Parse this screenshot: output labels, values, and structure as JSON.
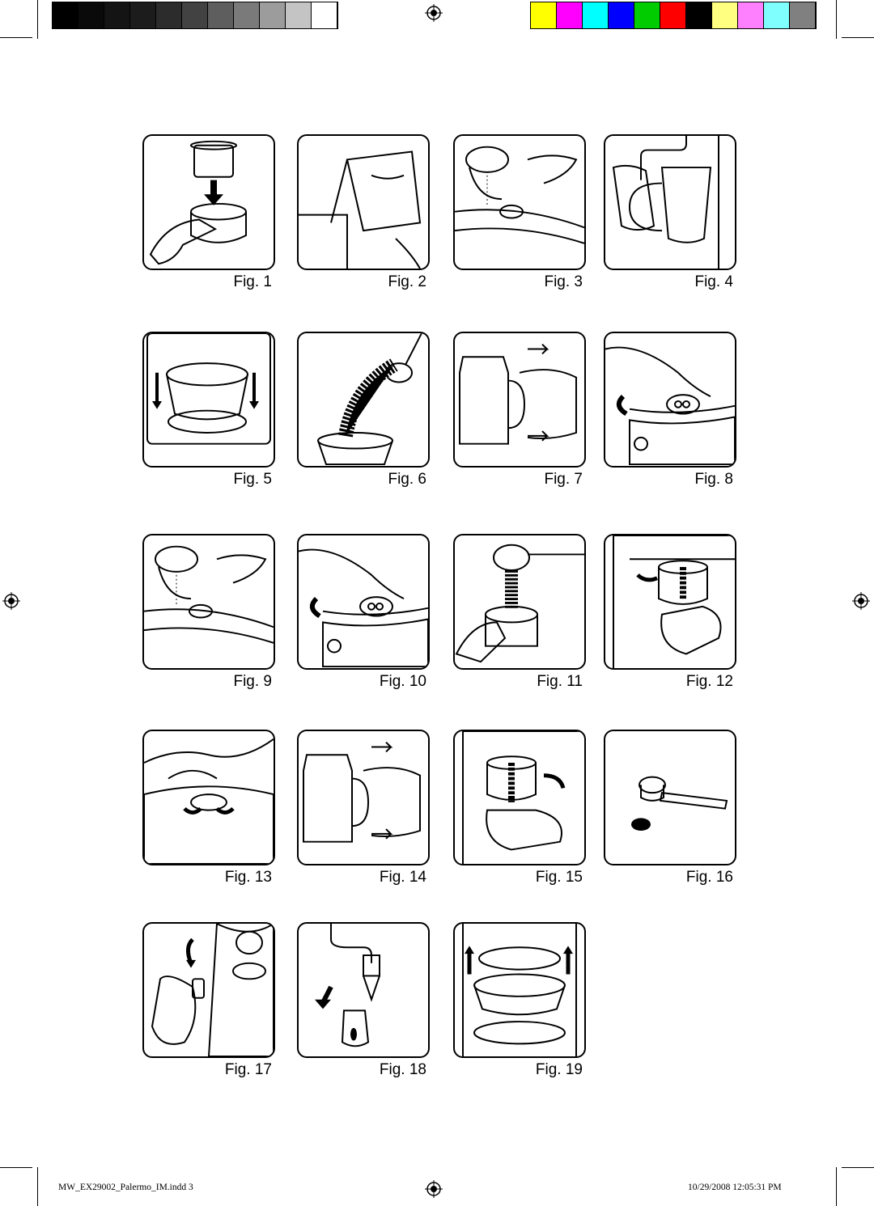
{
  "swatches_left": [
    "#000000",
    "#0a0a0a",
    "#141414",
    "#1c1c1c",
    "#2c2c2c",
    "#424242",
    "#5e5e5e",
    "#7a7a7a",
    "#9c9c9c",
    "#c4c4c4",
    "#ffffff"
  ],
  "swatches_right": [
    "#ffff00",
    "#ff00ff",
    "#00ffff",
    "#0000ff",
    "#00cc00",
    "#ff0000",
    "#000000",
    "#ffff80",
    "#ff80ff",
    "#80ffff",
    "#808080"
  ],
  "figures": [
    {
      "label": "Fig. 1",
      "icon": "filter-basket-icon"
    },
    {
      "label": "Fig. 2",
      "icon": "water-pouring-icon"
    },
    {
      "label": "Fig. 3",
      "icon": "jug-pour-icon"
    },
    {
      "label": "Fig. 4",
      "icon": "frothing-pitcher-icon"
    },
    {
      "label": "Fig. 5",
      "icon": "filter-holder-icon"
    },
    {
      "label": "Fig. 6",
      "icon": "coffee-beans-icon"
    },
    {
      "label": "Fig. 7",
      "icon": "carafe-icon"
    },
    {
      "label": "Fig. 8",
      "icon": "tank-cap-turn-icon"
    },
    {
      "label": "Fig. 9",
      "icon": "jug-pour-icon"
    },
    {
      "label": "Fig. 10",
      "icon": "tank-cap-turn-icon"
    },
    {
      "label": "Fig. 11",
      "icon": "coffee-scoop-icon"
    },
    {
      "label": "Fig. 12",
      "icon": "portafilter-insert-icon"
    },
    {
      "label": "Fig. 13",
      "icon": "cap-rotate-icon"
    },
    {
      "label": "Fig. 14",
      "icon": "carafe-icon"
    },
    {
      "label": "Fig. 15",
      "icon": "portafilter-remove-icon"
    },
    {
      "label": "Fig. 16",
      "icon": "portafilter-icon"
    },
    {
      "label": "Fig. 17",
      "icon": "knob-turn-icon"
    },
    {
      "label": "Fig. 18",
      "icon": "steam-nozzle-icon"
    },
    {
      "label": "Fig. 19",
      "icon": "drip-tray-icon"
    }
  ],
  "footer": {
    "file": "MW_EX29002_Palermo_IM.indd   3",
    "datetime": "10/29/2008   12:05:31 PM"
  }
}
